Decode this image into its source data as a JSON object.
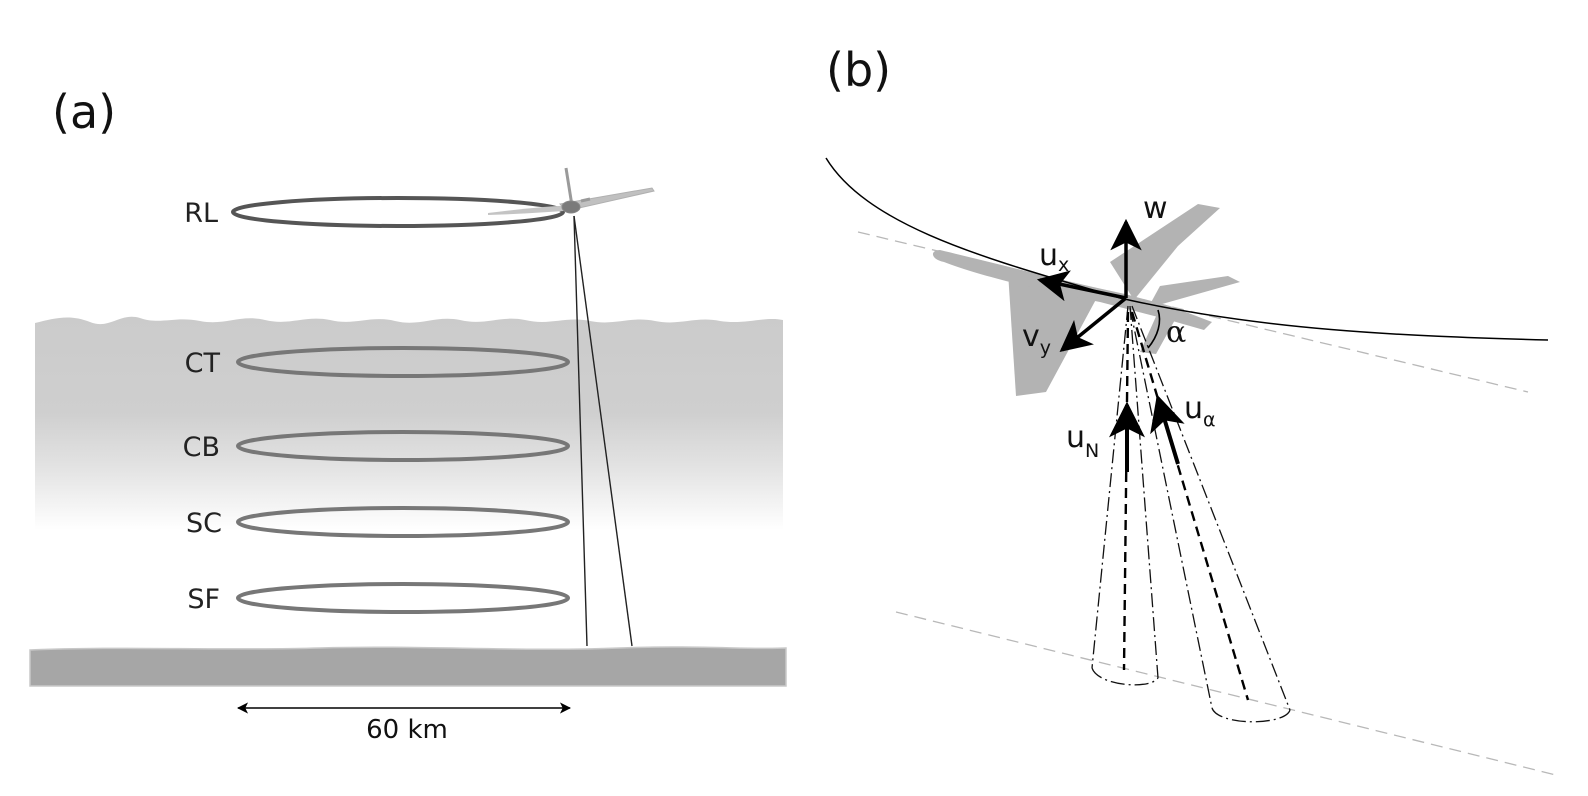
{
  "panel_a": {
    "label": "(a)",
    "levels": [
      {
        "id": "RL",
        "label": "RL"
      },
      {
        "id": "CT",
        "label": "CT"
      },
      {
        "id": "CB",
        "label": "CB"
      },
      {
        "id": "SC",
        "label": "SC"
      },
      {
        "id": "SF",
        "label": "SF"
      }
    ],
    "distance_label": "60 km"
  },
  "panel_b": {
    "label": "(b)",
    "vectors": {
      "w": {
        "main": "w",
        "sub": ""
      },
      "ux": {
        "main": "u",
        "sub": "x"
      },
      "vy": {
        "main": "v",
        "sub": "y"
      },
      "uN": {
        "main": "u",
        "sub": "N"
      },
      "ualpha": {
        "main": "u",
        "sub": "α"
      }
    },
    "angle_label": "α"
  },
  "colors": {
    "cloud": "#cccccc",
    "ground": "#a6a6a6",
    "loop_top": "#555555",
    "loop": "#777777",
    "aircraft": "#b3b3b3"
  }
}
